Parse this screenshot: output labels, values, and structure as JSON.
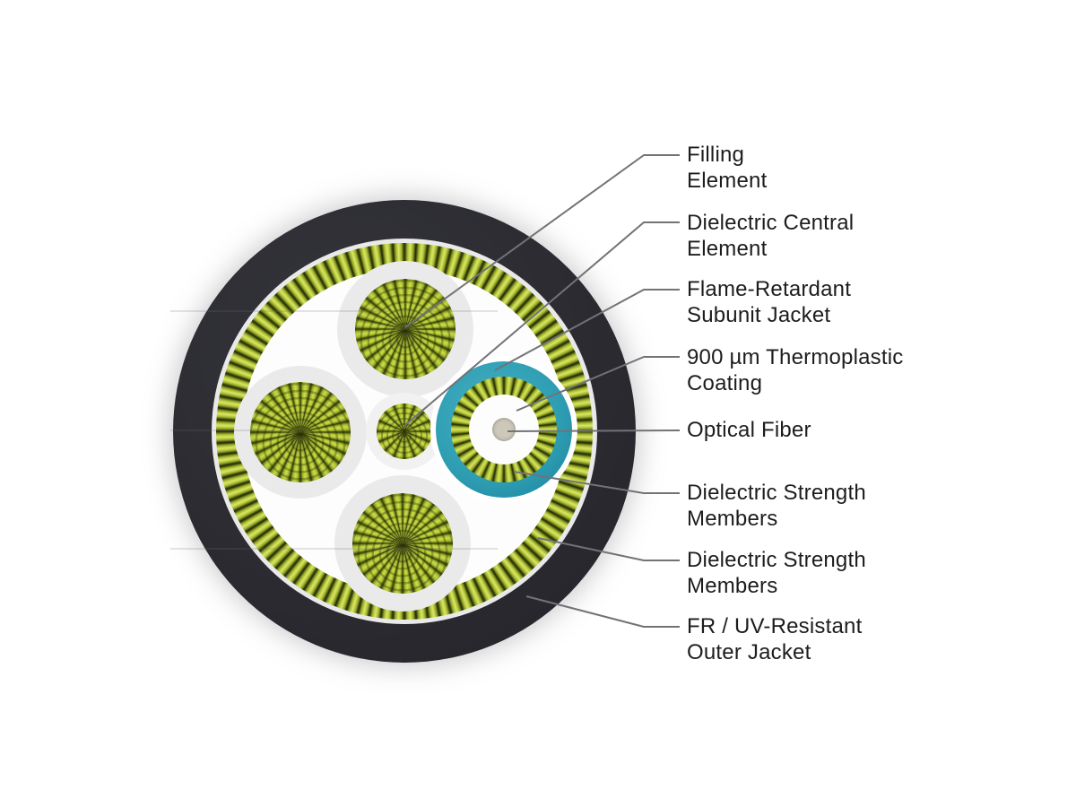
{
  "diagram": {
    "type": "fiber-optic-cable-cross-section",
    "labels": {
      "filling_element": "Filling\nElement",
      "dielectric_central_element": "Dielectric Central\nElement",
      "flame_retardant_subunit_jacket": "Flame-Retardant\nSubunit Jacket",
      "thermoplastic_coating": "900 µm Thermoplastic\nCoating",
      "optical_fiber": "Optical Fiber",
      "dielectric_strength_members_subunit": "Dielectric Strength\nMembers",
      "dielectric_strength_members_cable": "Dielectric Strength\nMembers",
      "fr_uv_outer_jacket": "FR / UV-Resistant\nOuter Jacket"
    },
    "parts": [
      "filling-element",
      "dielectric-central-element",
      "flame-retardant-subunit-jacket",
      "thermoplastic-coating",
      "optical-fiber",
      "subunit-dielectric-strength-members",
      "cable-dielectric-strength-members",
      "fr-uv-resistant-outer-jacket"
    ],
    "colors": {
      "outer_jacket": "#2b2b31",
      "strength_member_bright": "#dce764",
      "strength_member_mid": "#a2b62e",
      "strength_member_dark": "#1f2603",
      "subunit_jacket_teal": "#2e9db2",
      "coating_white": "#fdfdfd",
      "optical_fiber_dot": "#cdc8ba",
      "halo_gray": "#eaeaea",
      "leader_line": "#717377",
      "label_text": "#1d1d1d",
      "background": "#ffffff"
    }
  }
}
